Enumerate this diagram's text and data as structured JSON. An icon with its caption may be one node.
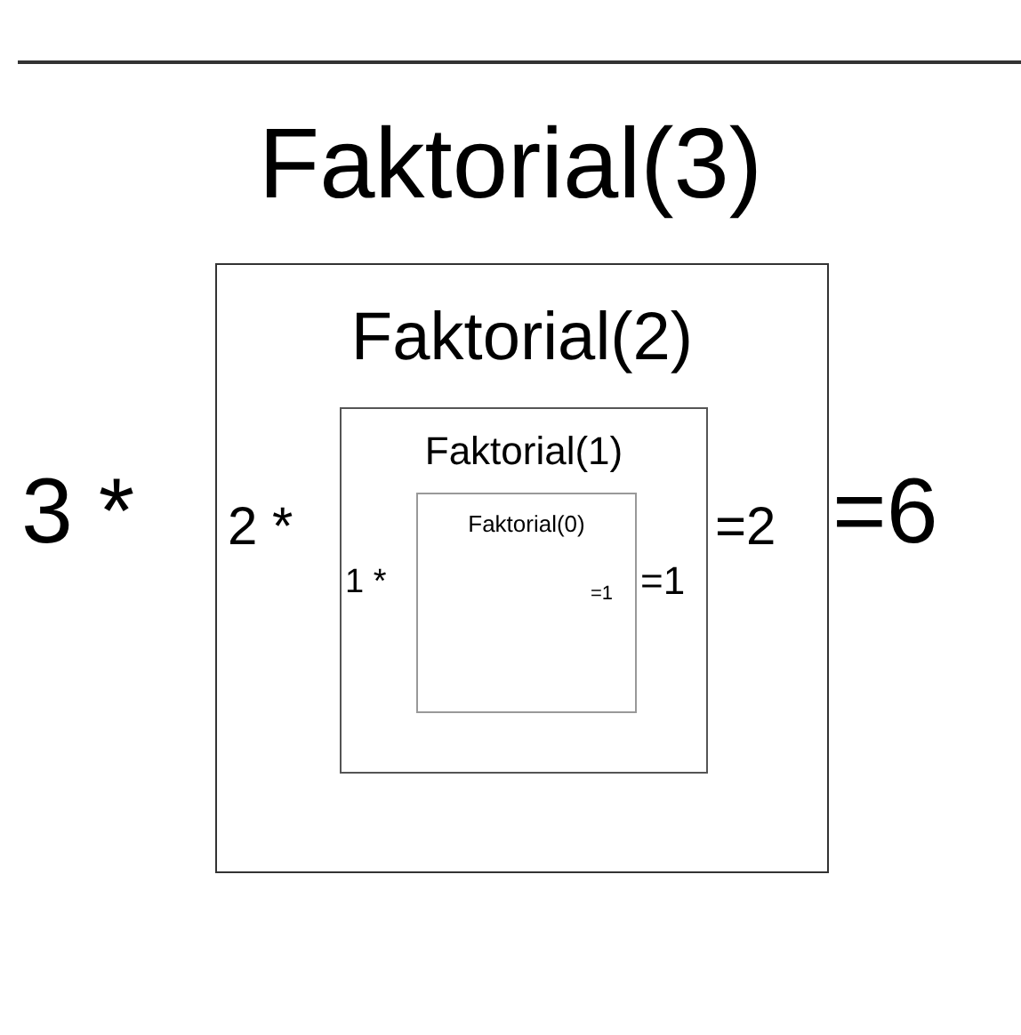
{
  "diagram": {
    "title": "Faktorial(3)",
    "nodes": [
      {
        "text": [
          "Faktorial(2)",
          "2 *",
          "=2"
        ]
      },
      {
        "text": [
          "Faktorial(1)",
          "1 *",
          "=1"
        ],
        "in": 0
      },
      {
        "text": [
          "Faktorial(0)",
          "=1"
        ],
        "in": 1
      }
    ],
    "labels": [
      "3 *",
      "=6"
    ]
  }
}
